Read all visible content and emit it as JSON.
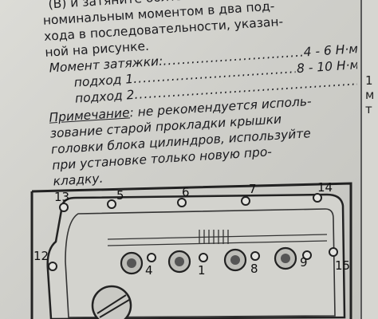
{
  "text_lines": [
    "(В) и затяните болты",
    "номинальным моментом в два под-",
    "хода в последовательности, указан-",
    "ной на рисунке."
  ],
  "torque": {
    "title": "Момент затяжки:",
    "rows": [
      {
        "label": "",
        "value": "4 - 6 Н·м"
      },
      {
        "label": "подход 1",
        "value": "8 - 10 Н·м"
      },
      {
        "label": "подход 2",
        "value": ""
      }
    ]
  },
  "note": {
    "label": "Примечание",
    "lines": [
      ": не рекомендуется исполь-",
      "зование старой прокладки крышки",
      "головки блока цилиндров, используйте",
      "при установке только новую про-",
      "кладку."
    ]
  },
  "figure": {
    "bolt_numbers": [
      "13",
      "5",
      "6",
      "7",
      "14",
      "12",
      "4",
      "1",
      "8",
      "9",
      "15"
    ]
  },
  "edge_letters": [
    "1",
    "м",
    "т"
  ]
}
